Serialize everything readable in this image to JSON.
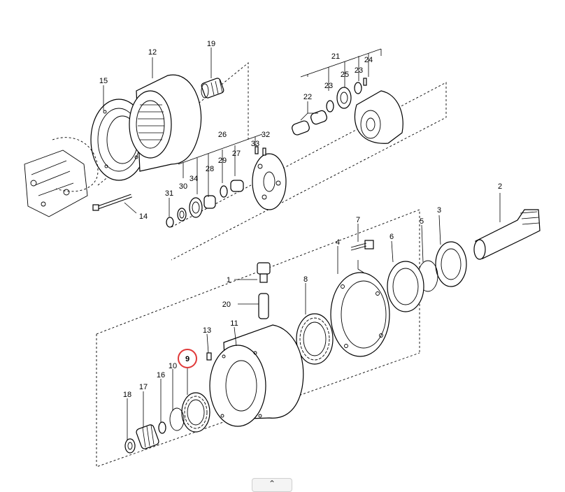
{
  "callouts": [
    {
      "id": "c1",
      "text": "1"
    },
    {
      "id": "c2",
      "text": "2"
    },
    {
      "id": "c3",
      "text": "3"
    },
    {
      "id": "c4",
      "text": "4"
    },
    {
      "id": "c5",
      "text": "5"
    },
    {
      "id": "c6",
      "text": "6"
    },
    {
      "id": "c7",
      "text": "7"
    },
    {
      "id": "c8",
      "text": "8"
    },
    {
      "id": "c9",
      "text": "9"
    },
    {
      "id": "c10",
      "text": "10"
    },
    {
      "id": "c11",
      "text": "11"
    },
    {
      "id": "c12",
      "text": "12"
    },
    {
      "id": "c13",
      "text": "13"
    },
    {
      "id": "c14",
      "text": "14"
    },
    {
      "id": "c15",
      "text": "15"
    },
    {
      "id": "c16",
      "text": "16"
    },
    {
      "id": "c17",
      "text": "17"
    },
    {
      "id": "c18",
      "text": "18"
    },
    {
      "id": "c19",
      "text": "19"
    },
    {
      "id": "c20",
      "text": "20"
    },
    {
      "id": "c21",
      "text": "21"
    },
    {
      "id": "c22",
      "text": "22"
    },
    {
      "id": "c23a",
      "text": "23"
    },
    {
      "id": "c23b",
      "text": "23"
    },
    {
      "id": "c24",
      "text": "24"
    },
    {
      "id": "c25",
      "text": "25"
    },
    {
      "id": "c26",
      "text": "26"
    },
    {
      "id": "c27",
      "text": "27"
    },
    {
      "id": "c28",
      "text": "28"
    },
    {
      "id": "c29",
      "text": "29"
    },
    {
      "id": "c30",
      "text": "30"
    },
    {
      "id": "c31",
      "text": "31"
    },
    {
      "id": "c32",
      "text": "32"
    },
    {
      "id": "c33",
      "text": "33"
    },
    {
      "id": "c34",
      "text": "34"
    }
  ],
  "highlight": {
    "part": "9",
    "color": "#e03a3a"
  },
  "scroll_button": {
    "icon": "chevron-up-icon",
    "glyph": "⌃"
  }
}
